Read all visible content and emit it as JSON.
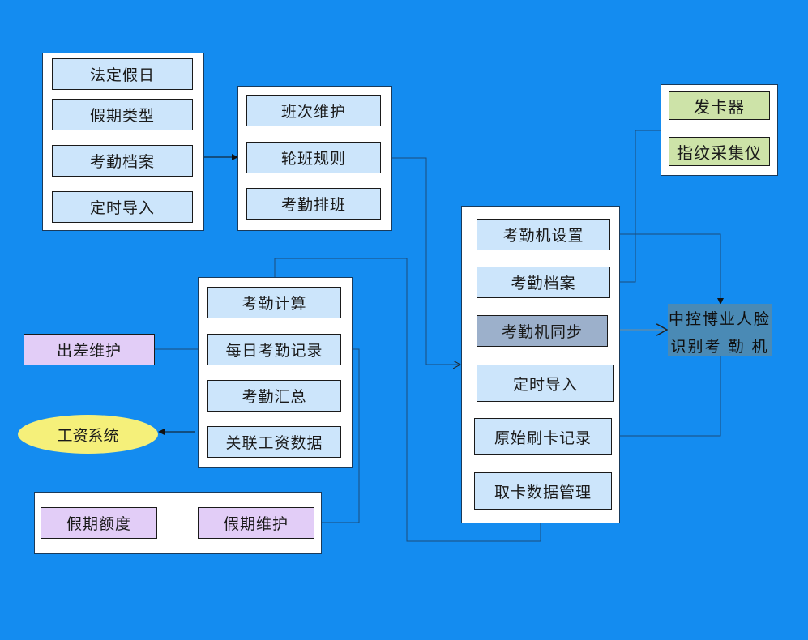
{
  "background_color": "#148cf0",
  "groups": {
    "basic_settings": {
      "items": [
        "法定假日",
        "假期类型",
        "考勤档案",
        "定时导入"
      ]
    },
    "shift": {
      "items": [
        "班次维护",
        "轮班规则",
        "考勤排班"
      ]
    },
    "devices": {
      "items": [
        "发卡器",
        "指纹采集仪"
      ]
    },
    "machine": {
      "items": [
        "考勤机设置",
        "考勤档案",
        "考勤机同步",
        "定时导入",
        "原始刷卡记录",
        "取卡数据管理"
      ]
    },
    "calculation": {
      "items": [
        "考勤计算",
        "每日考勤记录",
        "考勤汇总",
        "关联工资数据"
      ]
    },
    "leave": {
      "items": [
        "假期额度",
        "假期维护"
      ]
    }
  },
  "external": {
    "business_trip": "出差维护",
    "salary_system": "工资系统",
    "face_device_line1": "中控博业人脸",
    "face_device_line2": "识别考 勤 机"
  },
  "colors": {
    "node_blue": "#cce5fb",
    "node_purple": "#e2cdf7",
    "node_green": "#cde3a8",
    "node_highlight": "#9cb0cb",
    "ellipse_yellow": "#f5f07a",
    "device_box": "#4a8ab5"
  }
}
